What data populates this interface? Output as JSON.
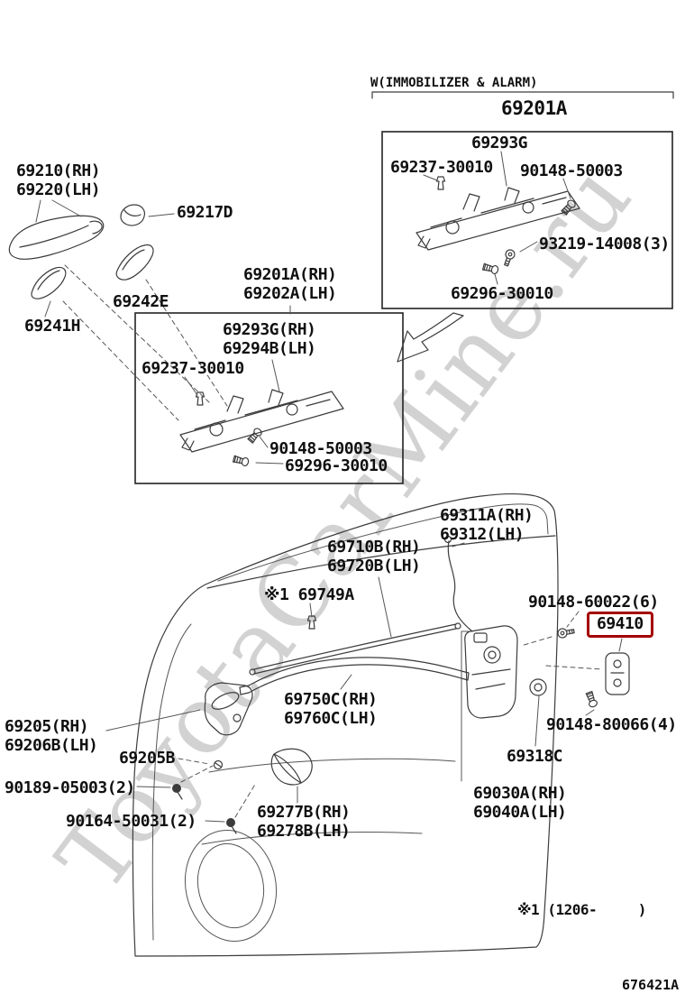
{
  "watermark": "ToyotaCarMine.ru",
  "header": {
    "group_note": "W(IMMOBILIZER & ALARM)",
    "group_part_no": "69201A"
  },
  "top_box": {
    "frame_sub": "69293G",
    "clip": "69237-30010",
    "screw": "90148-50003",
    "bolt": "93219-14008(3)",
    "screw2": "69296-30010"
  },
  "outer_handle": {
    "rh": "69210(RH)",
    "lh": "69220(LH)",
    "cover": "69217D",
    "pad_front": "69242E",
    "pad_rear": "69241H"
  },
  "frame_box": {
    "assy_rh": "69201A(RH)",
    "assy_lh": "69202A(LH)",
    "sub_rh": "69293G(RH)",
    "sub_lh": "69294B(LH)",
    "clip": "69237-30010",
    "screw": "90148-50003",
    "screw2": "69296-30010"
  },
  "door": {
    "lock_rod_rh": "69311A(RH)",
    "lock_rod_lh": "69312(LH)",
    "open_rod_rh": "69710B(RH)",
    "open_rod_lh": "69720B(LH)",
    "rod_clamp": "※1 69749A",
    "lock_screw": "90148-60022(6)",
    "striker": "69410",
    "cable_rh": "69750C(RH)",
    "cable_lh": "69760C(LH)",
    "striker_screw": "90148-80066(4)",
    "inner_handle_rh": "69205(RH)",
    "inner_handle_lh": "69206B(LH)",
    "inner_bezel": "69205B",
    "handle_screw": "90189-05003(2)",
    "handle_screw2": "90164-50031(2)",
    "hole_cover_rh": "69277B(RH)",
    "hole_cover_lh": "69278B(LH)",
    "grommet": "69318C",
    "lock_rh": "69030A(RH)",
    "lock_lh": "69040A(LH)"
  },
  "footnote": "※1 (1206-     )",
  "drawing_no": "676421A",
  "colors": {
    "highlight_box": "#a40000",
    "line": "#3c3c3c",
    "watermark_gray": "#767676"
  }
}
